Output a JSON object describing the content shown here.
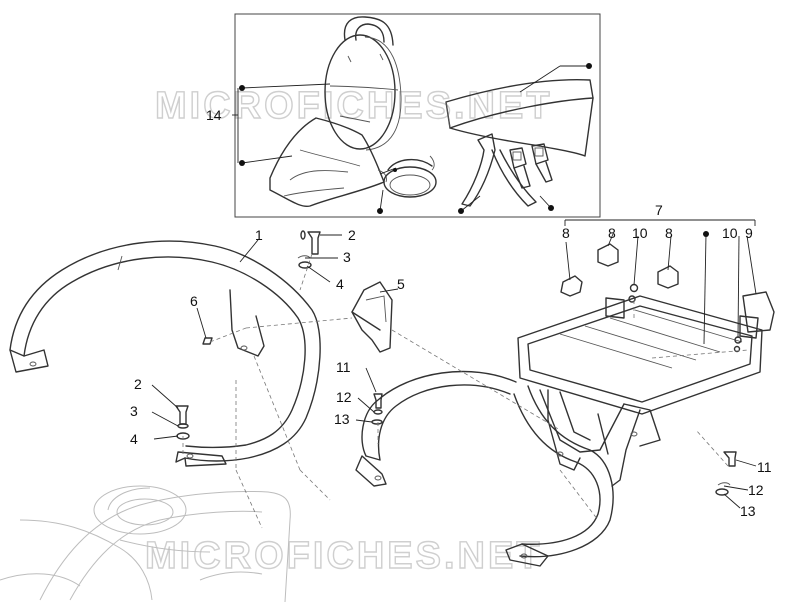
{
  "watermark": {
    "text_top": "MICROFICHES.NET",
    "text_bottom": "MICROFICHES.NET"
  },
  "callouts": {
    "c1": "1",
    "c2a": "2",
    "c3a": "3",
    "c4a": "4",
    "c5": "5",
    "c6": "6",
    "c2b": "2",
    "c3b": "3",
    "c4b": "4",
    "c7": "7",
    "c8a": "8",
    "c8b": "8",
    "c8c": "8",
    "c10a": "10",
    "c10b": "10",
    "c9": "9",
    "c11a": "11",
    "c12a": "12",
    "c13a": "13",
    "c11b": "11",
    "c12b": "12",
    "c13b": "13",
    "c14": "14"
  }
}
